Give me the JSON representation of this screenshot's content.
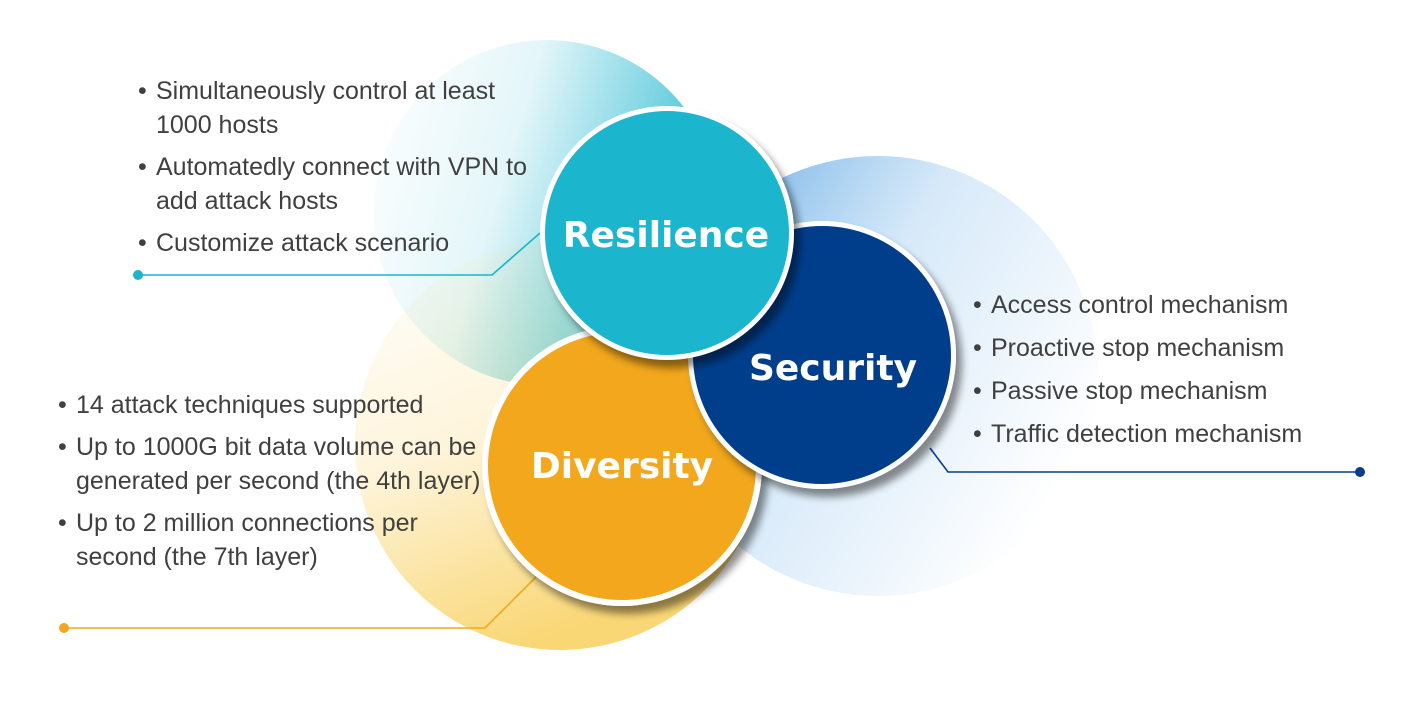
{
  "colors": {
    "resilience": "#1BB5CE",
    "security": "#063E8B",
    "diversity": "#F2A71E",
    "text": "#404040"
  },
  "circles": {
    "resilience": {
      "label": "Resilience"
    },
    "security": {
      "label": "Security"
    },
    "diversity": {
      "label": "Diversity"
    }
  },
  "resilience_points": [
    "Simultaneously control at least 1000 hosts",
    "Automatedly connect with VPN to add attack hosts",
    "Customize attack scenario"
  ],
  "security_points": [
    "Access control mechanism",
    "Proactive stop mechanism",
    "Passive stop mechanism",
    "Traffic detection mechanism"
  ],
  "diversity_points": [
    "14 attack techniques supported",
    "Up to 1000G bit data volume can be generated per second (the 4th layer)",
    "Up to 2 million connections per second (the 7th layer)"
  ]
}
